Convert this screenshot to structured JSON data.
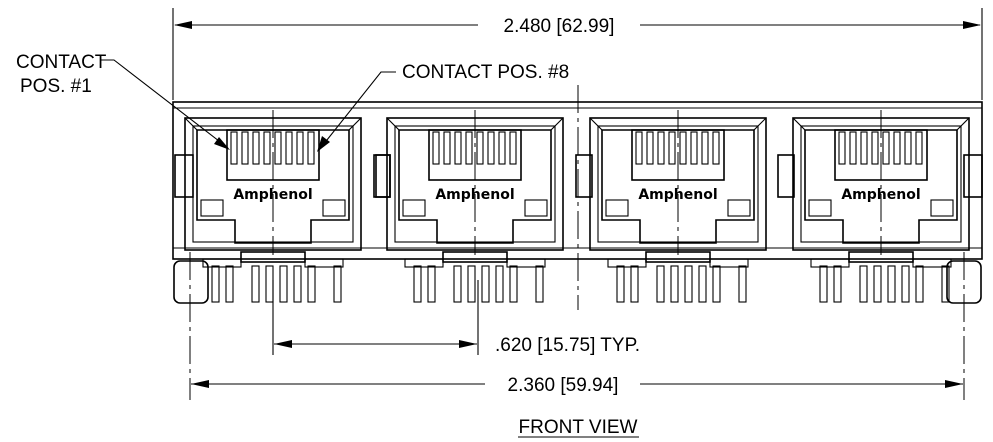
{
  "dimensions": {
    "overall_width": "2.480 [62.99]",
    "pin_span": "2.360 [59.94]",
    "port_pitch": ".620 [15.75] TYP."
  },
  "callouts": {
    "contact_pos_1_line1": "CONTACT",
    "contact_pos_1_line2": "POS. #1",
    "contact_pos_8": "CONTACT POS. #8"
  },
  "brand_label": "Amphenol",
  "view_title": "FRONT VIEW",
  "ports": [
    {
      "brand": "Amphenol"
    },
    {
      "brand": "Amphenol"
    },
    {
      "brand": "Amphenol"
    },
    {
      "brand": "Amphenol"
    }
  ]
}
